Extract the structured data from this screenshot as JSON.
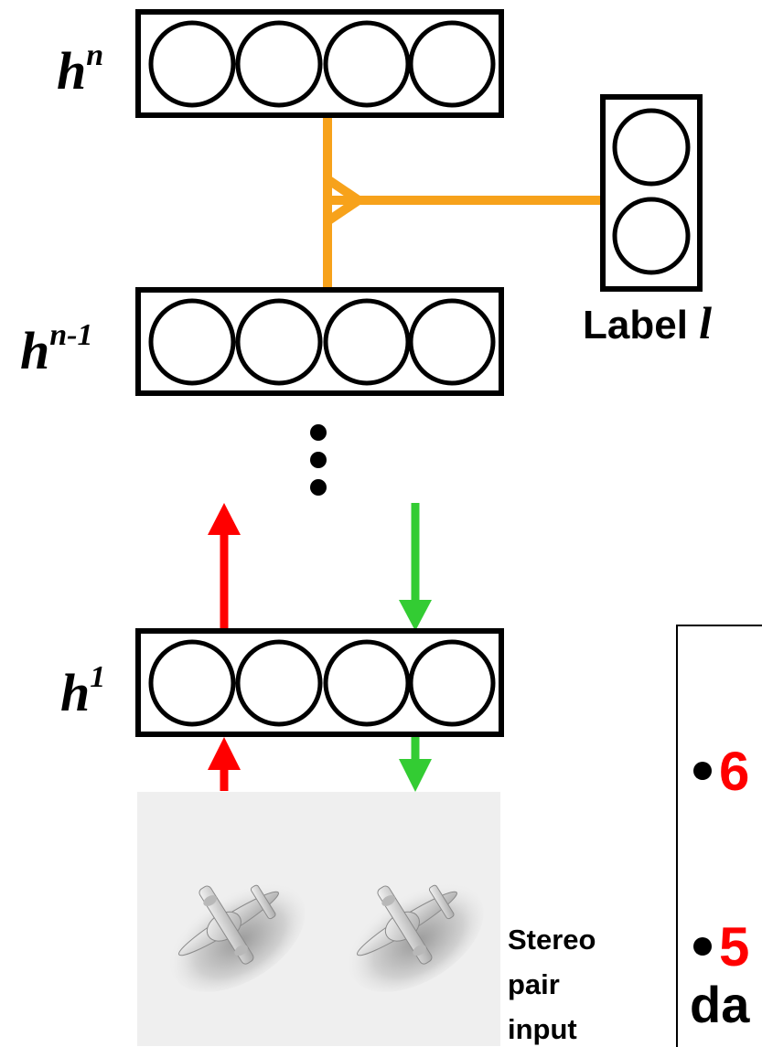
{
  "layers": {
    "top": {
      "base": "h",
      "sup": "n"
    },
    "penultimate": {
      "base": "h",
      "sup": "n-1"
    },
    "first": {
      "base": "h",
      "sup": "1"
    }
  },
  "label": {
    "text": "Label ",
    "var": "l"
  },
  "input_caption": [
    "Stereo",
    "pair",
    "input"
  ],
  "info_box": {
    "bullet1": "6",
    "bullet2": "5",
    "line3": "da"
  },
  "colors": {
    "connection_orange": "#F7A21B",
    "up_arrow_red": "#FF0000",
    "down_arrow_green": "#33CC33",
    "bullet_red": "#FF0000",
    "outline": "#000000"
  }
}
